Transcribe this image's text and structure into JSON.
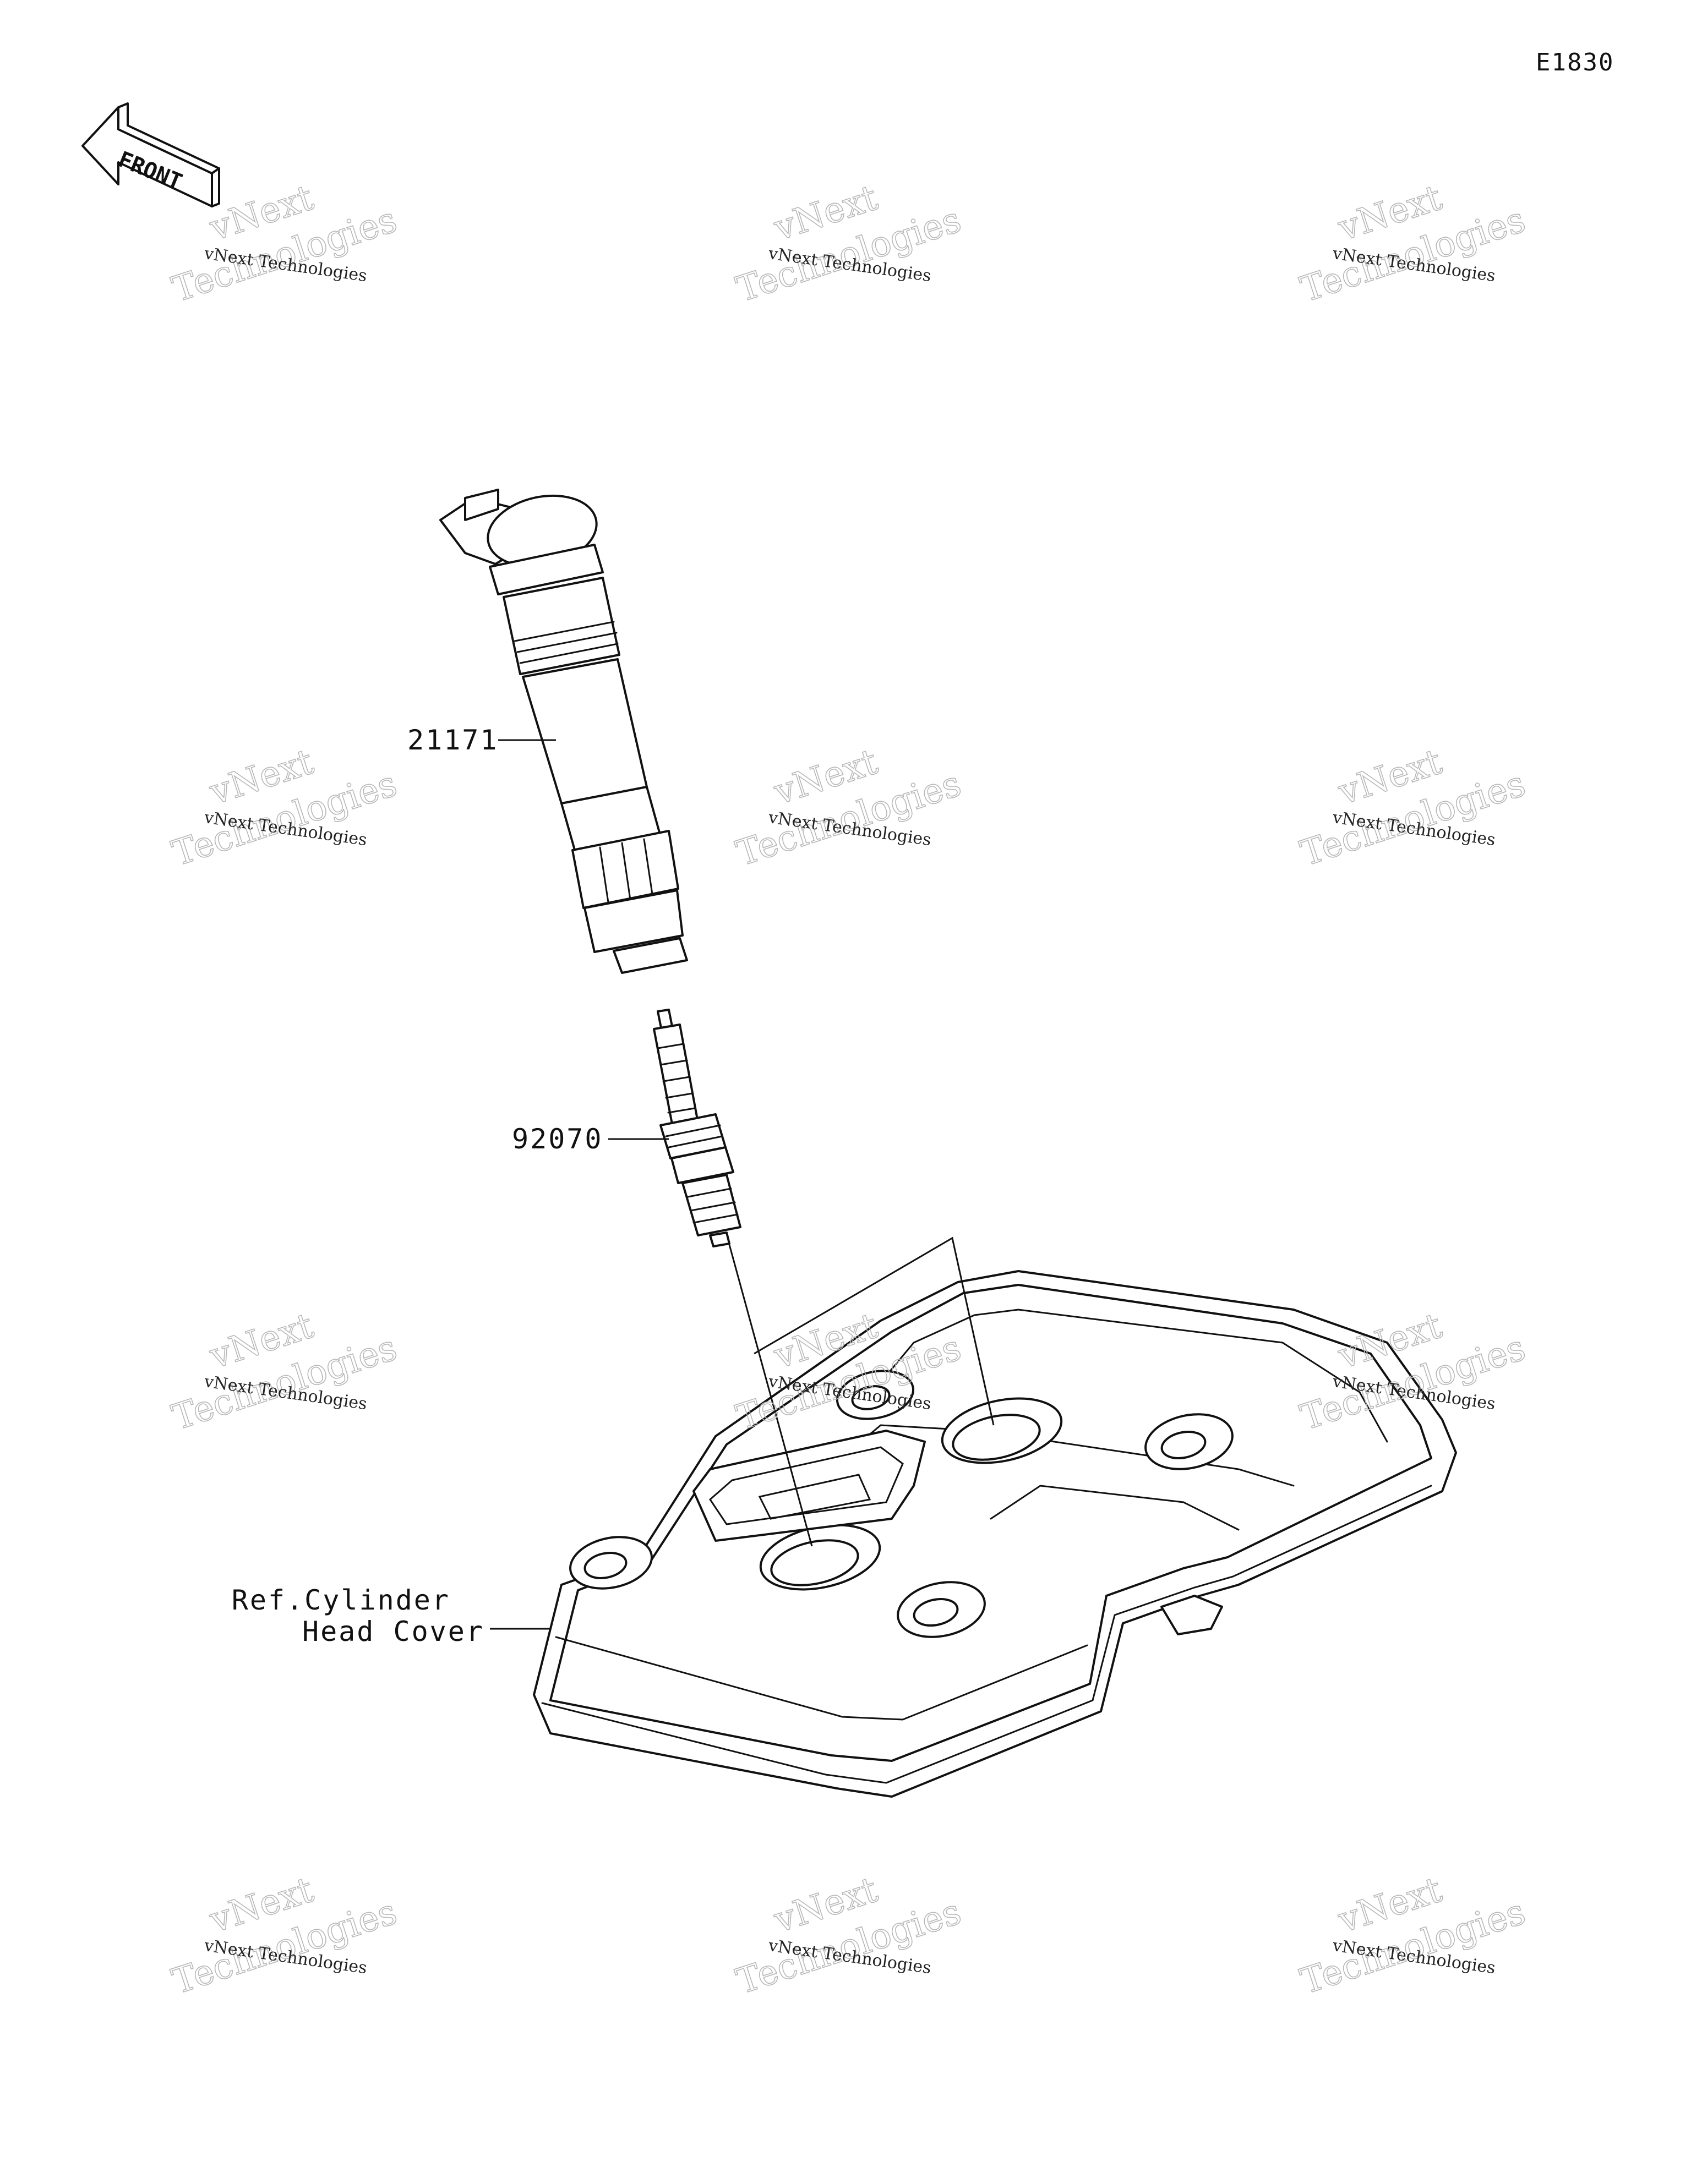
{
  "figure_code": "E1830",
  "front_label": "FRONT",
  "parts": [
    {
      "number": "21171"
    },
    {
      "number": "92070"
    }
  ],
  "reference": {
    "line1": "Ref.Cylinder",
    "line2": "Head Cover"
  },
  "watermark": {
    "small": "vNext Technologies",
    "big_line1": "vNext",
    "big_line2": "Technologies"
  },
  "colors": {
    "line": "#111111",
    "background": "#ffffff",
    "watermark": "#b8b8b8"
  }
}
